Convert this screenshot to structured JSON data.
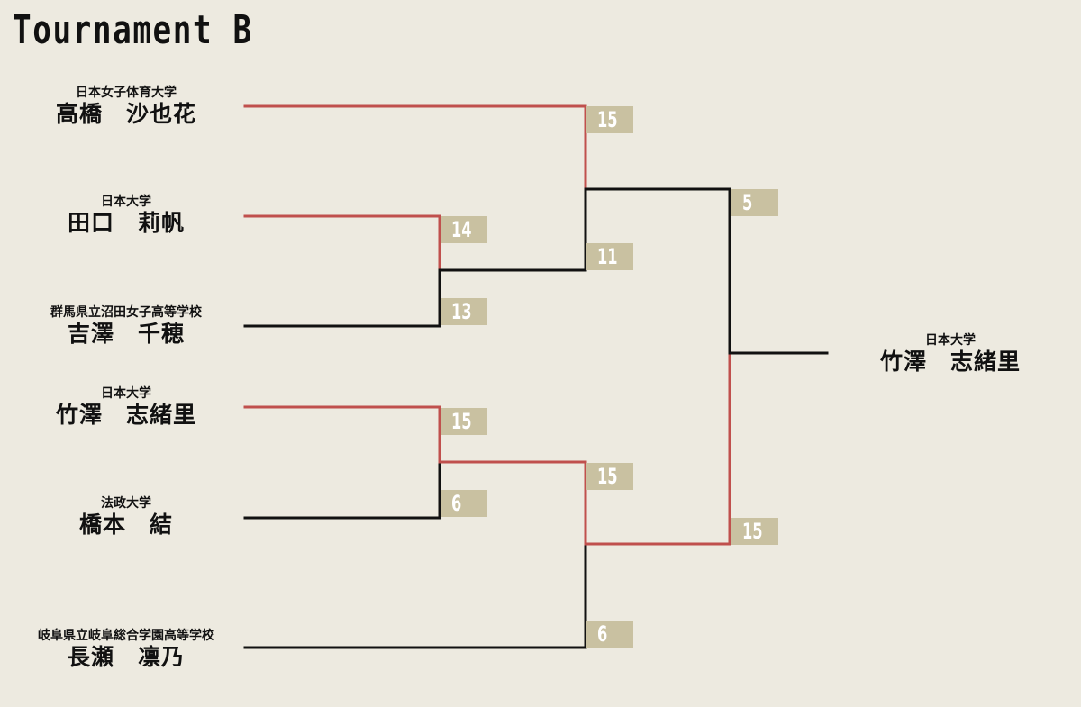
{
  "title": "Tournament B",
  "players": [
    {
      "school": "日本女子体育大学",
      "name": "高橋　沙也花"
    },
    {
      "school": "日本大学",
      "name": "田口　莉帆"
    },
    {
      "school": "群馬県立沼田女子高等学校",
      "name": "吉澤　千穂"
    },
    {
      "school": "日本大学",
      "name": "竹澤　志緒里"
    },
    {
      "school": "法政大学",
      "name": "橋本　結"
    },
    {
      "school": "岐阜県立岐阜総合学園高等学校",
      "name": "長瀬　凛乃"
    }
  ],
  "scores": {
    "r1_tada": "14",
    "r1_yoshi": "13",
    "r1_take": "15",
    "r1_hashi": "6",
    "r2_taka": "15",
    "r2_top_winner": "11",
    "r2_bot_winner": "15",
    "r2_nagase": "6",
    "final_top": "5",
    "final_bottom": "15"
  },
  "champion": {
    "school": "日本大学",
    "name": "竹澤　志緒里"
  },
  "colors": {
    "winner_line": "#c0504d",
    "loser_line": "#111111",
    "score_box": "#c9c1a1",
    "background": "#edeae0"
  }
}
